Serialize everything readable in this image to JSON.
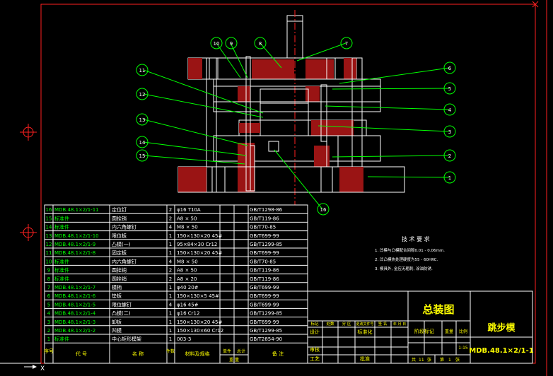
{
  "drawing": {
    "title": "总装图",
    "name": "跳步模",
    "code": "MDB.48.1×2/1-1",
    "scale": "1:15",
    "sheets": {
      "total_prefix": "共",
      "total": "11",
      "total_suffix": "张",
      "sheet_prefix": "第",
      "sheet": "1",
      "sheet_suffix": "张"
    }
  },
  "title_block_labels": {
    "marks": "标记",
    "count": "处数",
    "zone": "分 区",
    "change_doc": "更改文件号",
    "signature": "签 名",
    "date": "年 月 日",
    "design": "设计",
    "standardize": "标准化",
    "stage_mark": "阶段标记",
    "weight": "重量",
    "ratio": "比例",
    "review": "审核",
    "process": "工艺",
    "approve": "批准"
  },
  "tech_requirements": {
    "heading": "技 术 要 求",
    "items": [
      "1. 凹模与凸模配合间隙0.01 - 0.06mm.",
      "2. 凹凸模热处理硬度为55 - 60HRC.",
      "3. 模具外, 金应无粗刺, 涂油防锈."
    ]
  },
  "callouts": [
    "1",
    "2",
    "3",
    "4",
    "5",
    "6",
    "7",
    "8",
    "9",
    "10",
    "11",
    "12",
    "13",
    "14",
    "15",
    "16"
  ],
  "bom_header": {
    "no": "序号",
    "code": "代 号",
    "name": "名 称",
    "qty": "件数",
    "material": "材料及规格",
    "unit_weight": "单件",
    "total_weight": "总计",
    "weight": "重 量",
    "remark": "备 注"
  },
  "bom": [
    {
      "no": "16",
      "code": "MDB.48.1×2/1-11",
      "name": "定位钉",
      "qty": "2",
      "material": "φ16 T10A",
      "remark": "GB/T1298-86"
    },
    {
      "no": "15",
      "code": "标准件",
      "name": "圆拴销",
      "qty": "2",
      "material": "A8 × 50",
      "remark": "GB/T119-86"
    },
    {
      "no": "14",
      "code": "标准件",
      "name": "内六角螺钉",
      "qty": "4",
      "material": "M8 × 50",
      "remark": "GB/T70-85"
    },
    {
      "no": "13",
      "code": "MDB.48.1×2/1-10",
      "name": "限位板",
      "qty": "1",
      "material": "150×130×20 45#",
      "remark": "GB/T699-99"
    },
    {
      "no": "12",
      "code": "MDB.48.1×2/1-9",
      "name": "凸模(一)",
      "qty": "1",
      "material": "95×84×30 Cr12",
      "remark": "GB/T1299-85"
    },
    {
      "no": "11",
      "code": "MDB.48.1×2/1-8",
      "name": "固定板",
      "qty": "1",
      "material": "150×130×20 45#",
      "remark": "GB/T699-99"
    },
    {
      "no": "10",
      "code": "标准件",
      "name": "内六角螺钉",
      "qty": "4",
      "material": "M8 × 50",
      "remark": "GB/T70-85"
    },
    {
      "no": "9",
      "code": "标准件",
      "name": "圆拴销",
      "qty": "2",
      "material": "A8 × 50",
      "remark": "GB/T119-86"
    },
    {
      "no": "8",
      "code": "标准件",
      "name": "圆拴销",
      "qty": "2",
      "material": "A8 × 20",
      "remark": "GB/T119-86"
    },
    {
      "no": "7",
      "code": "MDB.48.1×2/1-7",
      "name": "模柄",
      "qty": "1",
      "material": "φ40 20#",
      "remark": "GB/T699-99"
    },
    {
      "no": "6",
      "code": "MDB.48.1×2/1-6",
      "name": "垫板",
      "qty": "1",
      "material": "150×130×5 45#",
      "remark": "GB/T699-99"
    },
    {
      "no": "5",
      "code": "MDB.48.1×2/1-5",
      "name": "限位螺钉",
      "qty": "4",
      "material": "φ16 45#",
      "remark": "GB/T699-99"
    },
    {
      "no": "4",
      "code": "MDB.48.1×2/1-4",
      "name": "凸模(二)",
      "qty": "1",
      "material": "φ16 Cr12",
      "remark": "GB/T1299-85"
    },
    {
      "no": "3",
      "code": "MDB.48.1×2/1-3",
      "name": "卸板",
      "qty": "1",
      "material": "150×130×20 45#",
      "remark": "GB/T699-99"
    },
    {
      "no": "2",
      "code": "MDB.48.1×2/1-2",
      "name": "凹模",
      "qty": "1",
      "material": "150×130×60 Cr12",
      "remark": "GB/T1299-85"
    },
    {
      "no": "1",
      "code": "标准件",
      "name": "中心矩形模架",
      "qty": "1",
      "material": "003-3",
      "remark": "GB/T2854-90"
    }
  ],
  "colors": {
    "background": "#000000",
    "frame": "#ff2020",
    "lines": "#00ff00",
    "outline": "#ffffff",
    "accent": "#ffff00",
    "hatch": "#9a1414"
  }
}
